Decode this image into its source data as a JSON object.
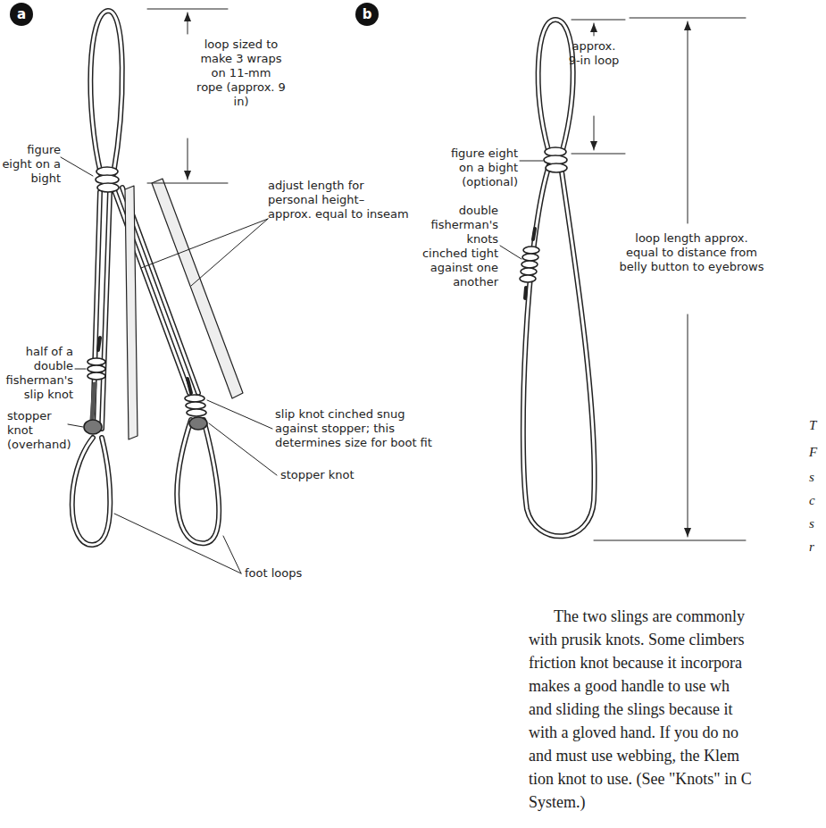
{
  "diagram": {
    "nodes": [
      {
        "text": [
          "a"
        ]
      },
      {
        "text": [
          "b"
        ]
      }
    ],
    "labels": [
      "loop sized to make 3 wraps on 11-mm rope (approx. 9 in)",
      "figure eight on a bight",
      "adjust length for personal height– approx. equal to inseam",
      "half of a double fisherman's slip knot",
      "stopper knot (overhand)",
      "slip knot cinched snug against stopper; this determines size for boot fit",
      "stopper knot",
      "foot loops",
      "approx. 9-in loop",
      "figure eight on a bight (optional)",
      "loop length approx. equal to distance from belly button to eyebrows",
      "double fisherman's knots cinched tight against one another",
      "The two slings are commonly",
      "with prusik knots. Some climbers",
      "friction knot because it incorpora",
      "makes a good handle to use wh",
      "and sliding the slings because it",
      "with a gloved hand. If you do no",
      "and must use webbing, the Klem",
      "tion knot to use. (See \"Knots\" in C",
      "System.)",
      "T",
      "F",
      "s",
      "c",
      "s",
      "r"
    ]
  }
}
